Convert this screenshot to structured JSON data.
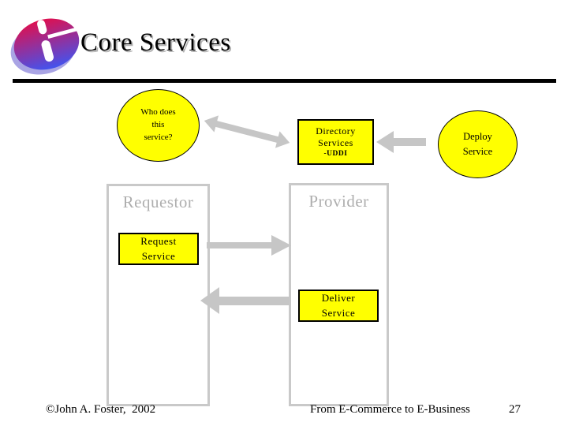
{
  "slide": {
    "title": "Core Services"
  },
  "diagram": {
    "who_label": "Who does\nthis\nservice?",
    "directory_label": "Directory\nServices",
    "directory_sub_label": "-UDDI",
    "deploy_label": "Deploy\nService",
    "requestor_label": "Requestor",
    "provider_label": "Provider",
    "request_label": "Request\nService",
    "deliver_label": "Deliver\nService"
  },
  "footer": {
    "copyright": "©John A. Foster,  2002",
    "source": "From E-Commerce to E-Business",
    "page_number": "27"
  },
  "colors": {
    "shape_fill": "#FFFF00",
    "arrow_gray": "#C6C6C6",
    "frame_border_gray": "#C9C9C9",
    "frame_label_gray": "#AEAEAE",
    "title_shadow": "#B2B2B2",
    "logo_gradient_top": "#DE1050",
    "logo_gradient_bottom": "#4353EE",
    "logo_shadow": "#A9A4E4"
  }
}
